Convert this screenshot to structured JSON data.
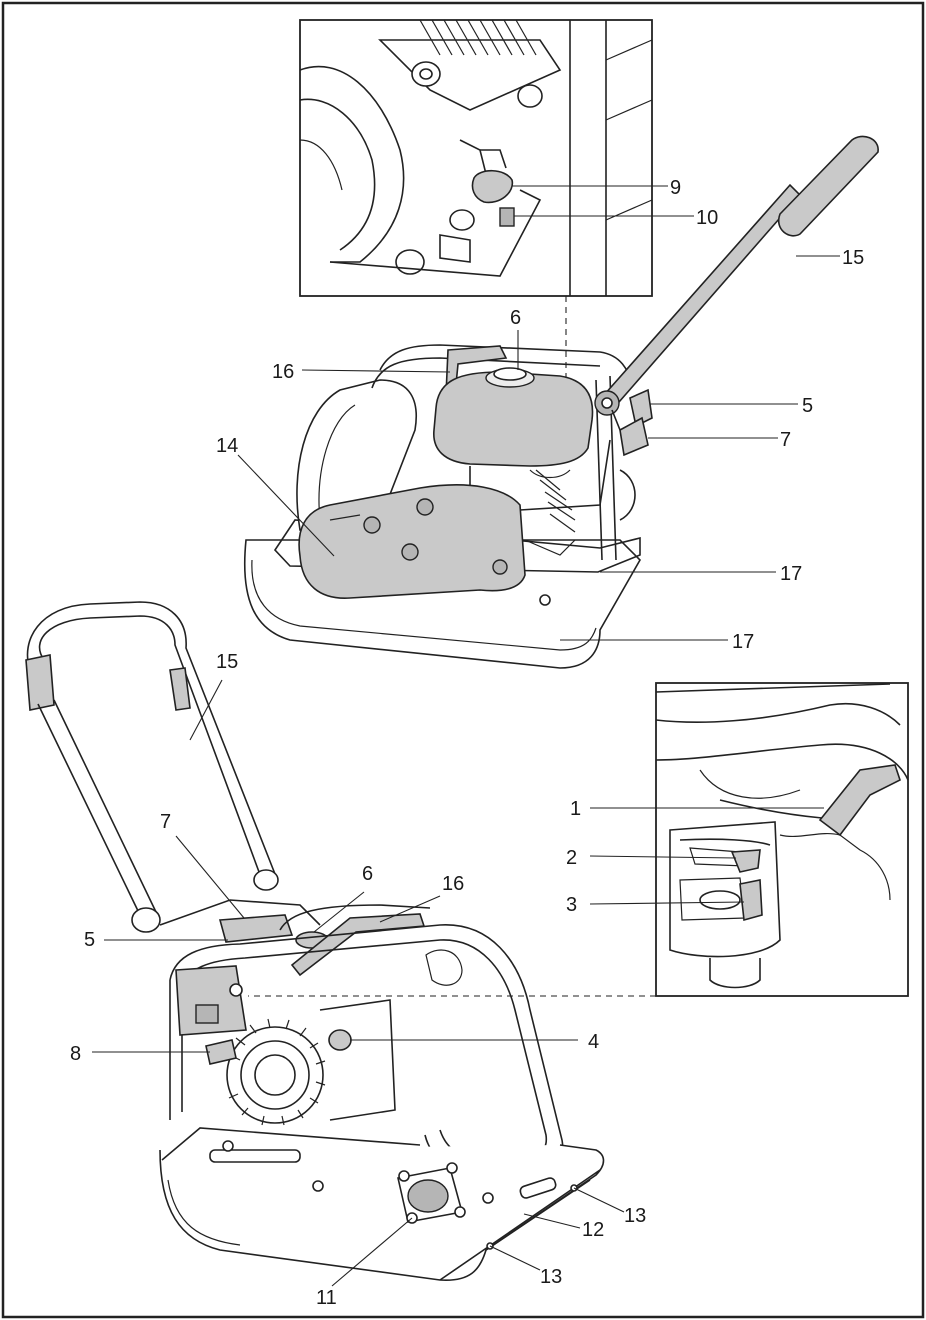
{
  "callouts": [
    {
      "id": "c9",
      "text": "9"
    },
    {
      "id": "c10",
      "text": "10"
    },
    {
      "id": "c15a",
      "text": "15"
    },
    {
      "id": "c6a",
      "text": "6"
    },
    {
      "id": "c16a",
      "text": "16"
    },
    {
      "id": "c5a",
      "text": "5"
    },
    {
      "id": "c14",
      "text": "14"
    },
    {
      "id": "c7a",
      "text": "7"
    },
    {
      "id": "c17a",
      "text": "17"
    },
    {
      "id": "c17b",
      "text": "17"
    },
    {
      "id": "c15b",
      "text": "15"
    },
    {
      "id": "c7b",
      "text": "7"
    },
    {
      "id": "c6b",
      "text": "6"
    },
    {
      "id": "c16b",
      "text": "16"
    },
    {
      "id": "c5b",
      "text": "5"
    },
    {
      "id": "c1",
      "text": "1"
    },
    {
      "id": "c2",
      "text": "2"
    },
    {
      "id": "c3",
      "text": "3"
    },
    {
      "id": "c8",
      "text": "8"
    },
    {
      "id": "c4",
      "text": "4"
    },
    {
      "id": "c13a",
      "text": "13"
    },
    {
      "id": "c12",
      "text": "12"
    },
    {
      "id": "c13b",
      "text": "13"
    },
    {
      "id": "c11",
      "text": "11"
    }
  ]
}
